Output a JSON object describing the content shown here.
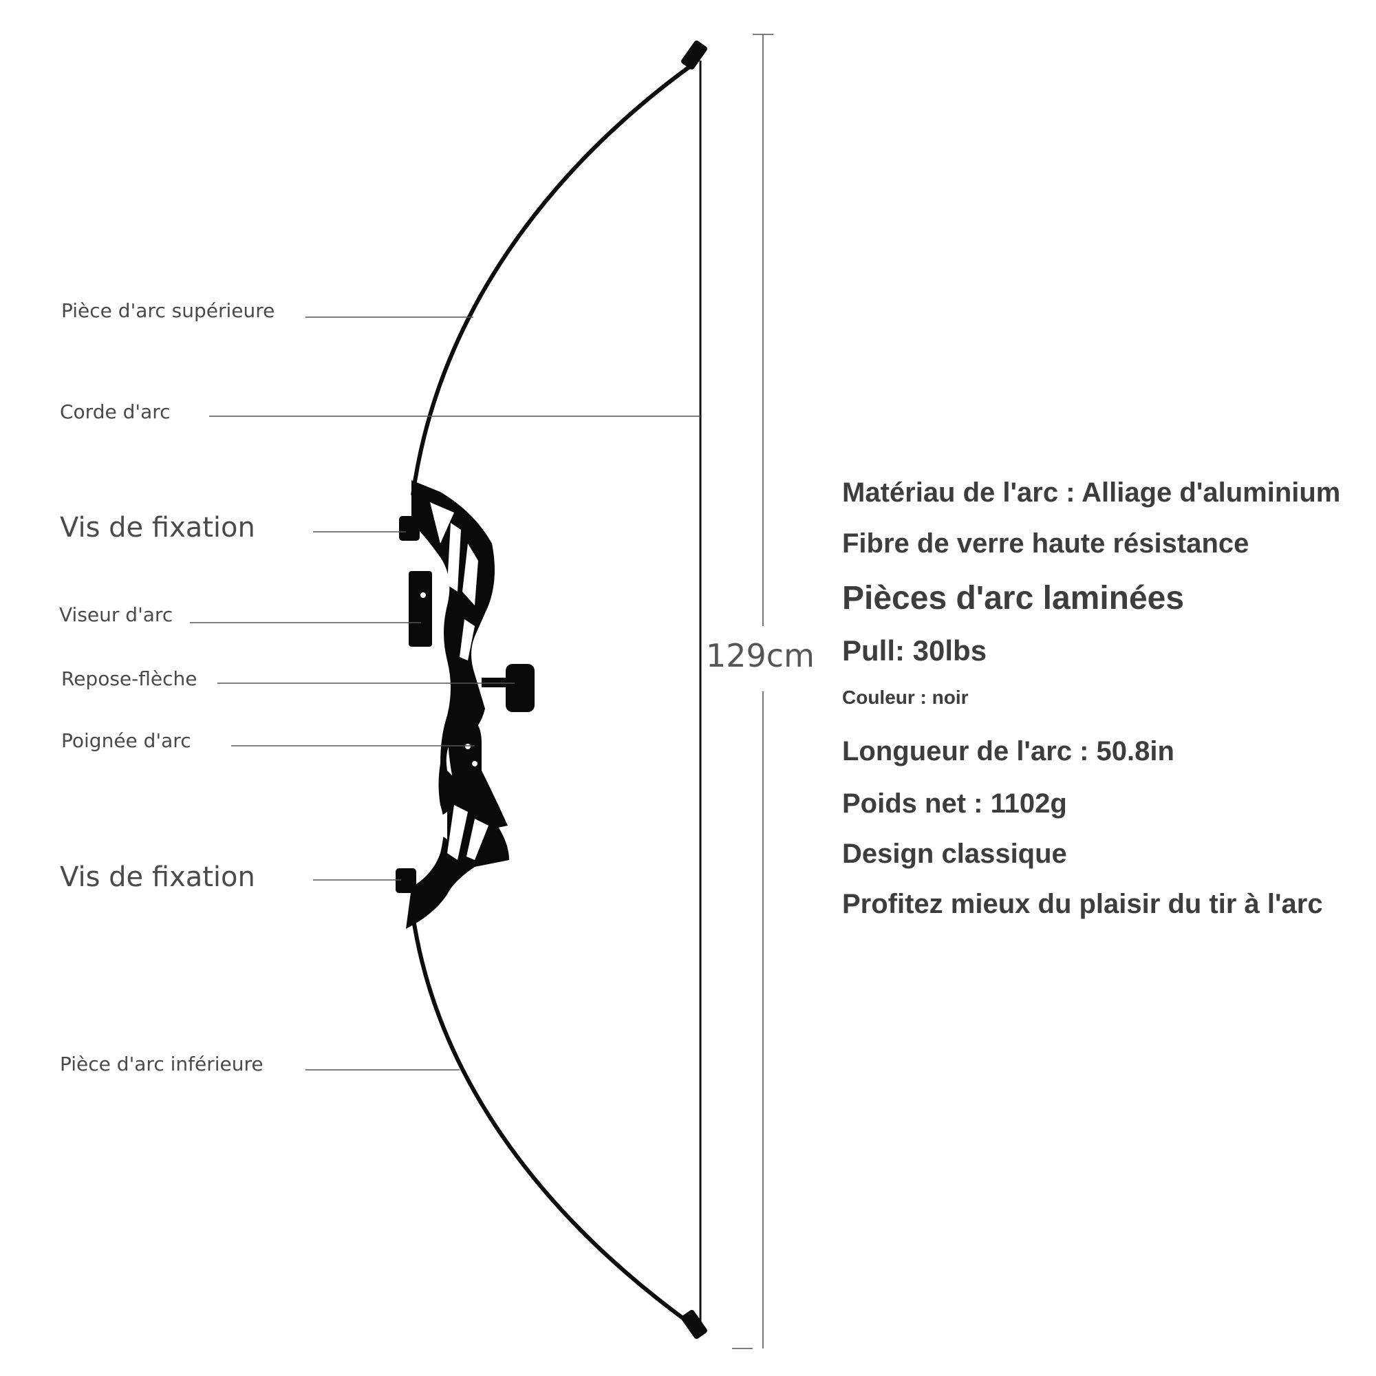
{
  "callouts": {
    "upper_limb": "Pièce d'arc supérieure",
    "bowstring": "Corde d'arc",
    "screw_top": "Vis de fixation",
    "sight": "Viseur d'arc",
    "arrow_rest": "Repose-flèche",
    "grip": "Poignée d'arc",
    "screw_bottom": "Vis de fixation",
    "lower_limb": "Pièce d'arc inférieure"
  },
  "dimension": {
    "height_label": "129cm"
  },
  "specs": {
    "material": "Matériau de l'arc : Alliage d'aluminium",
    "fiber": "Fibre de verre haute résistance",
    "laminated": "Pièces d'arc laminées",
    "pull": "Pull:  30lbs",
    "color": "Couleur : noir",
    "length": "Longueur de l'arc : 50.8in",
    "weight": "Poids net : 1102g",
    "design": "Design classique",
    "enjoy": "Profitez mieux du plaisir du tir à l'arc"
  },
  "colors": {
    "bow": "#0d0d0d",
    "line": "#555555",
    "text": "#4a4a4a"
  }
}
